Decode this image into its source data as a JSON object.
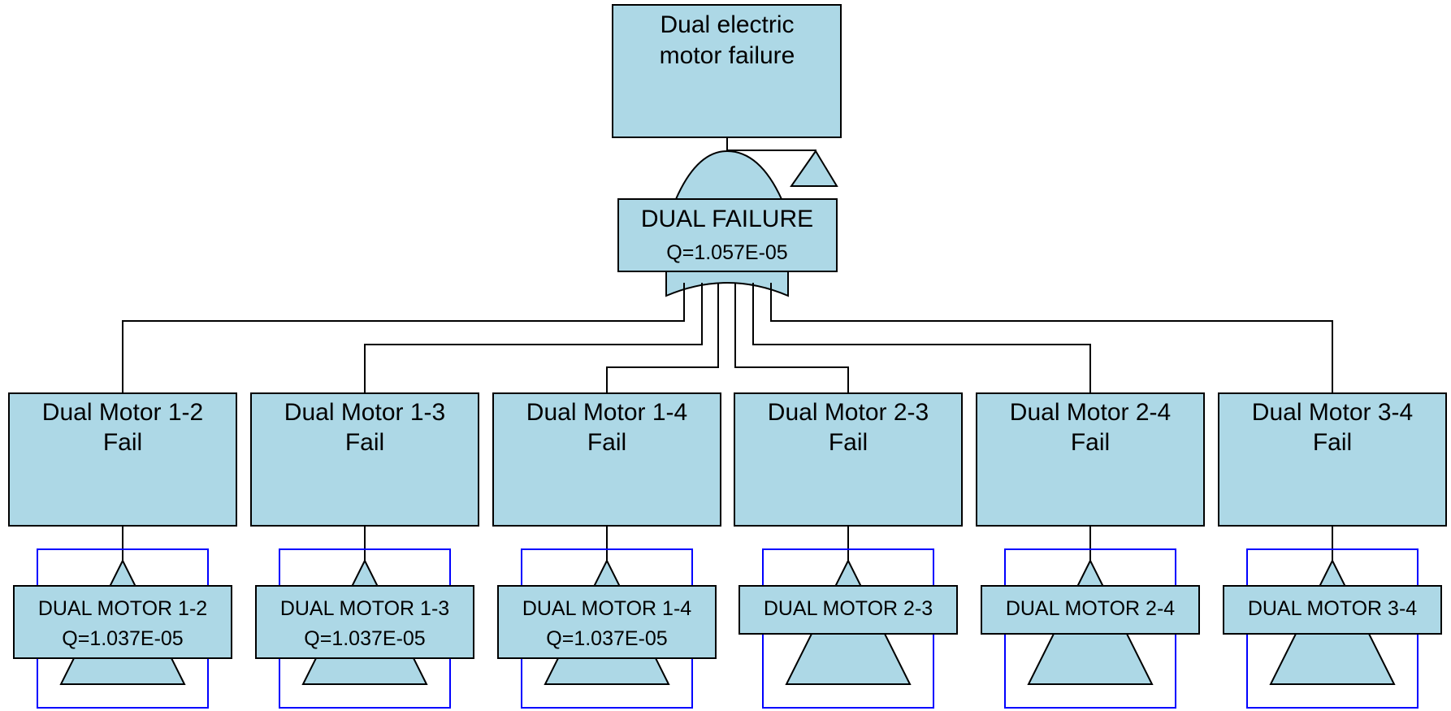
{
  "top_event": {
    "description_lines": [
      "Dual electric",
      "motor failure"
    ],
    "gate_id": "DUAL FAILURE",
    "probability": "Q=1.057E-05",
    "gate_type": "or-gate",
    "transfer_symbol": "transfer-triangle"
  },
  "events": [
    {
      "description_lines": [
        "Dual Motor 1-2",
        "Fail"
      ],
      "gate_id": "DUAL MOTOR 1-2",
      "probability": "Q=1.037E-05",
      "symbol": "transfer-triangle"
    },
    {
      "description_lines": [
        "Dual Motor 1-3",
        "Fail"
      ],
      "gate_id": "DUAL MOTOR 1-3",
      "probability": "Q=1.037E-05",
      "symbol": "transfer-triangle"
    },
    {
      "description_lines": [
        "Dual Motor 1-4",
        "Fail"
      ],
      "gate_id": "DUAL MOTOR 1-4",
      "probability": "Q=1.037E-05",
      "symbol": "transfer-triangle"
    },
    {
      "description_lines": [
        "Dual Motor 2-3",
        "Fail"
      ],
      "gate_id": "DUAL MOTOR 2-3",
      "probability": "",
      "symbol": "transfer-triangle"
    },
    {
      "description_lines": [
        "Dual Motor 2-4",
        "Fail"
      ],
      "gate_id": "DUAL MOTOR 2-4",
      "probability": "",
      "symbol": "transfer-triangle"
    },
    {
      "description_lines": [
        "Dual Motor 3-4",
        "Fail"
      ],
      "gate_id": "DUAL MOTOR 3-4",
      "probability": "",
      "symbol": "transfer-triangle"
    }
  ],
  "colors": {
    "box_fill": "#add8e6",
    "line": "#000000",
    "selection_frame": "#0000ff"
  }
}
